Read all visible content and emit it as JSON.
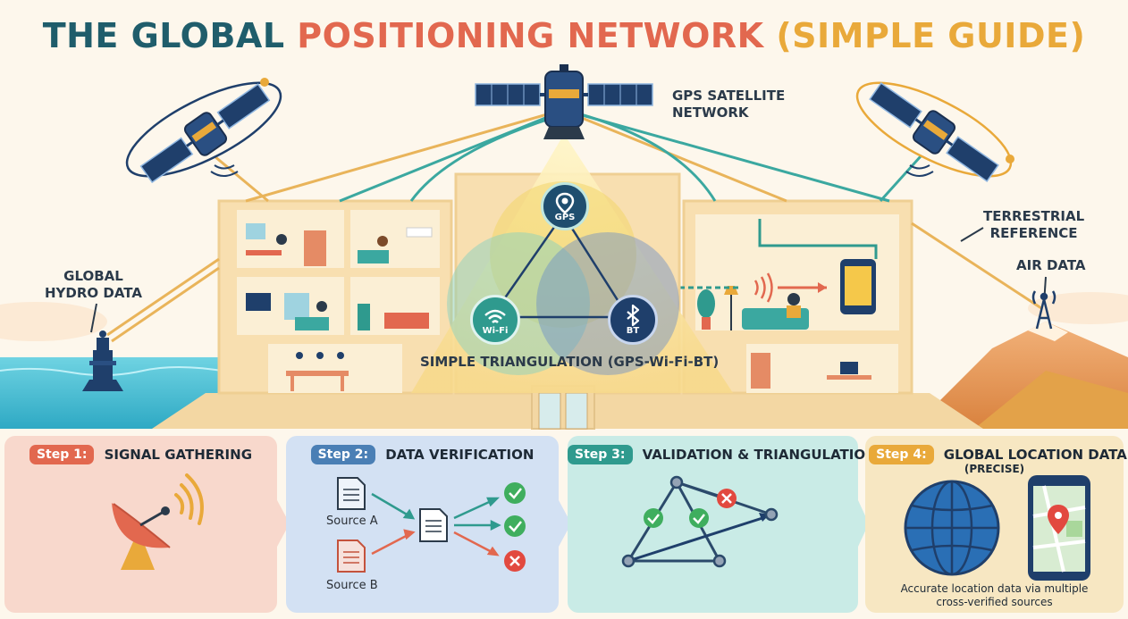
{
  "title": {
    "part1": "THE GLOBAL",
    "part2": "POSITIONING NETWORK",
    "part3": "(SIMPLE GUIDE)"
  },
  "labels": {
    "gps_satellite_network": "GPS SATELLITE\nNETWORK",
    "global_hydro_data": "GLOBAL\nHYDRO DATA",
    "terrestrial_reference": "TERRESTRIAL\nREFERENCE",
    "air_data": "AIR DATA",
    "triangulation": "SIMPLE TRIANGULATION (GPS-Wi-Fi-BT)"
  },
  "nodes": {
    "gps": "GPS",
    "wifi": "Wi-Fi",
    "bt": "BT"
  },
  "steps": [
    {
      "badge": "Step 1:",
      "title": "SIGNAL GATHERING",
      "color": "#e2684f",
      "bg": "#f8d8cc"
    },
    {
      "badge": "Step 2:",
      "title": "DATA VERIFICATION",
      "color": "#4a7fb5",
      "bg": "#d3e1f3",
      "source_a": "Source A",
      "source_b": "Source B"
    },
    {
      "badge": "Step 3:",
      "title": "VALIDATION & TRIANGULATION",
      "color": "#2f9a8e",
      "bg": "#c9ebe6"
    },
    {
      "badge": "Step 4:",
      "title": "GLOBAL LOCATION DATA",
      "subtitle": "(PRECISE)",
      "color": "#e9a93a",
      "bg": "#f7e7c2",
      "caption": "Accurate location data via multiple\ncross-verified sources"
    }
  ],
  "colors": {
    "navy": "#1f3f6b",
    "teal": "#2f9a8e",
    "orange": "#e2684f",
    "gold": "#e9a93a",
    "sea": "#47c1d6",
    "building": "#f8dfb0"
  }
}
